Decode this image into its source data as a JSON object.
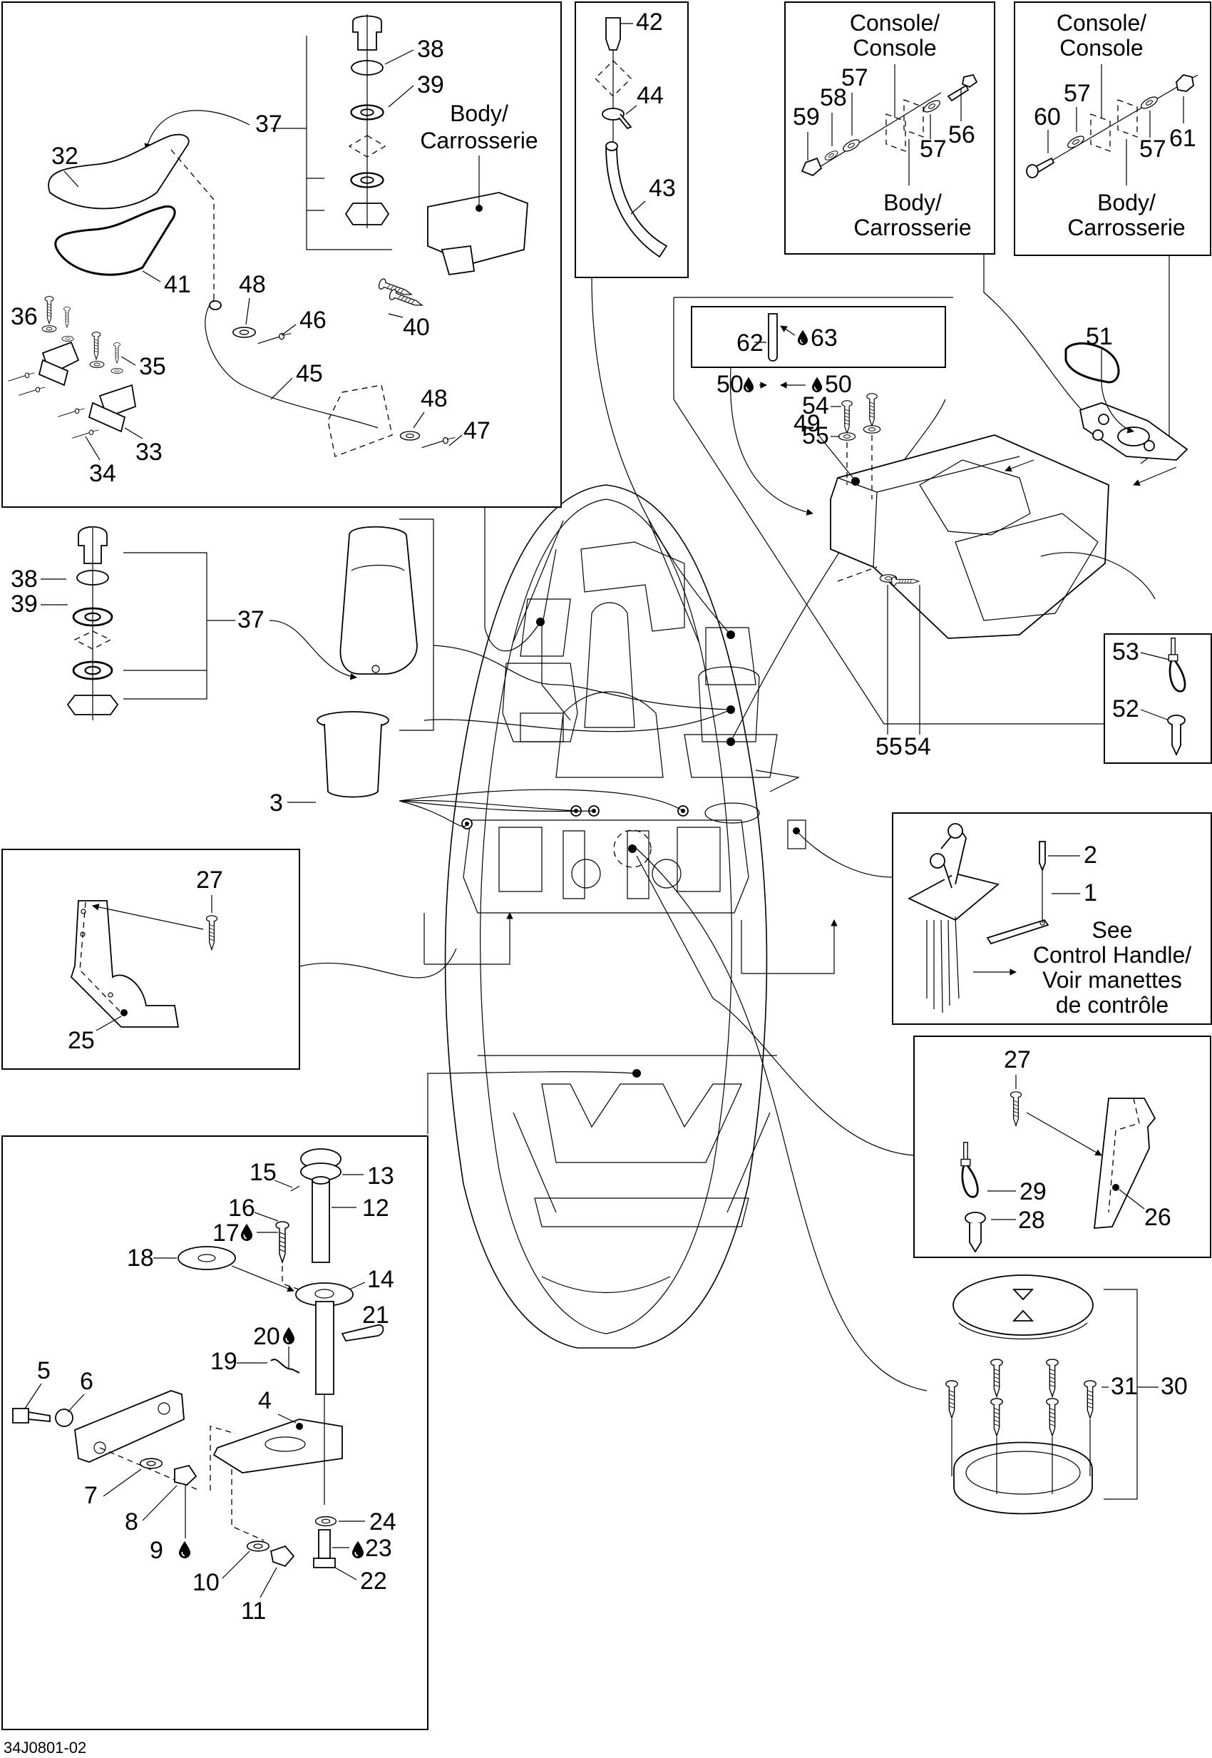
{
  "figure_id": "34J0801-02",
  "notes": {
    "body_top_left": [
      "Body/",
      "Carrosserie"
    ],
    "console_1_top": [
      "Console/",
      "Console"
    ],
    "console_1_bottom": [
      "Body/",
      "Carrosserie"
    ],
    "console_2_top": [
      "Console/",
      "Console"
    ],
    "console_2_bottom": [
      "Body/",
      "Carrosserie"
    ],
    "control_handle": [
      "See",
      "Control Handle/",
      "Voir manettes",
      "de contrôle"
    ]
  },
  "adhesive_symbol": "drop-icon",
  "callouts": {
    "c1": "1",
    "c2": "2",
    "c3": "3",
    "c4": "4",
    "c5": "5",
    "c6": "6",
    "c7": "7",
    "c8": "8",
    "c9": "9",
    "c10": "10",
    "c11": "11",
    "c12": "12",
    "c13": "13",
    "c14": "14",
    "c15": "15",
    "c16": "16",
    "c17": "17",
    "c18": "18",
    "c19": "19",
    "c20": "20",
    "c21": "21",
    "c22": "22",
    "c23": "23",
    "c24": "24",
    "c25": "25",
    "c26": "26",
    "c27a": "27",
    "c27b": "27",
    "c28": "28",
    "c29": "29",
    "c30": "30",
    "c31": "31",
    "c32": "32",
    "c33": "33",
    "c34": "34",
    "c35": "35",
    "c36": "36",
    "c37a": "37",
    "c37b": "37",
    "c38a": "38",
    "c38b": "38",
    "c39a": "39",
    "c39b": "39",
    "c40": "40",
    "c41": "41",
    "c42": "42",
    "c43": "43",
    "c44": "44",
    "c45": "45",
    "c46": "46",
    "c47": "47",
    "c48a": "48",
    "c48b": "48",
    "c49": "49",
    "c50a": "50",
    "c50b": "50",
    "c51": "51",
    "c52": "52",
    "c53": "53",
    "c54a": "54",
    "c54b": "54",
    "c55a": "55",
    "c55b": "55",
    "c56": "56",
    "c57a": "57",
    "c57b": "57",
    "c57c": "57",
    "c57d": "57",
    "c58": "58",
    "c59": "59",
    "c60": "60",
    "c61": "61",
    "c62": "62",
    "c63": "63"
  }
}
